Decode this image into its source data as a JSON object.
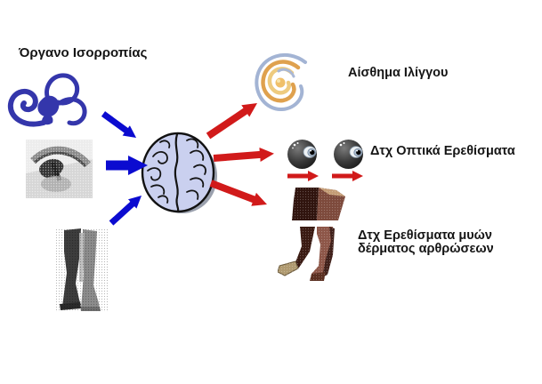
{
  "diagram": {
    "labels": {
      "balance_organ": "Όργανο Ισορροπίας",
      "vertigo_sensation": "Αίσθημα Ιλίγγου",
      "optical_stimuli": "Δτχ Οπτικά Ερεθίσματα",
      "muscle_stimuli_line1": "Δτχ Ερεθίσματα μυών",
      "muscle_stimuli_line2": "δέρματος αρθρώσεων"
    },
    "nodes": [
      {
        "name": "inner-ear-icon",
        "meaning": "organ of balance (inner ear / cochlea)"
      },
      {
        "name": "eye-photo",
        "meaning": "eye (visual input)"
      },
      {
        "name": "legs-gray-photo",
        "meaning": "legs (proprioceptive input)"
      },
      {
        "name": "brain-icon",
        "meaning": "brain (central processing)"
      },
      {
        "name": "vertigo-spiral-icon",
        "meaning": "sensation of vertigo"
      },
      {
        "name": "eyeball-icon-left",
        "meaning": "moving eyeball"
      },
      {
        "name": "eyeball-icon-right",
        "meaning": "moving eyeball"
      },
      {
        "name": "legs-brown-photo",
        "meaning": "muscle / skin / joint stimuli"
      }
    ],
    "connections": {
      "inputs_color": "#0b0bd0",
      "outputs_color": "#d11a1a",
      "inputs": [
        "inner-ear → brain",
        "eye → brain",
        "legs → brain"
      ],
      "outputs": [
        "brain → vertigo-spiral",
        "brain → eyeballs",
        "brain → legs"
      ],
      "eyeball_motion_arrows": [
        "left eyeball → right",
        "right eyeball → right"
      ]
    },
    "colors": {
      "background": "#ffffff",
      "text": "#151515",
      "input_arrow_blue": "#0b0bd0",
      "output_arrow_red": "#d11a1a",
      "inner_ear_blue": "#3436ab",
      "brain_fill": "#cad0ef",
      "brain_outline": "#111111",
      "spiral_orange": "#dfa14e",
      "spiral_yellow": "#eecb7f",
      "spiral_blue": "#93a7cc",
      "legs_brown_dark": "#36170f",
      "legs_brown_light": "#8d5648"
    }
  }
}
